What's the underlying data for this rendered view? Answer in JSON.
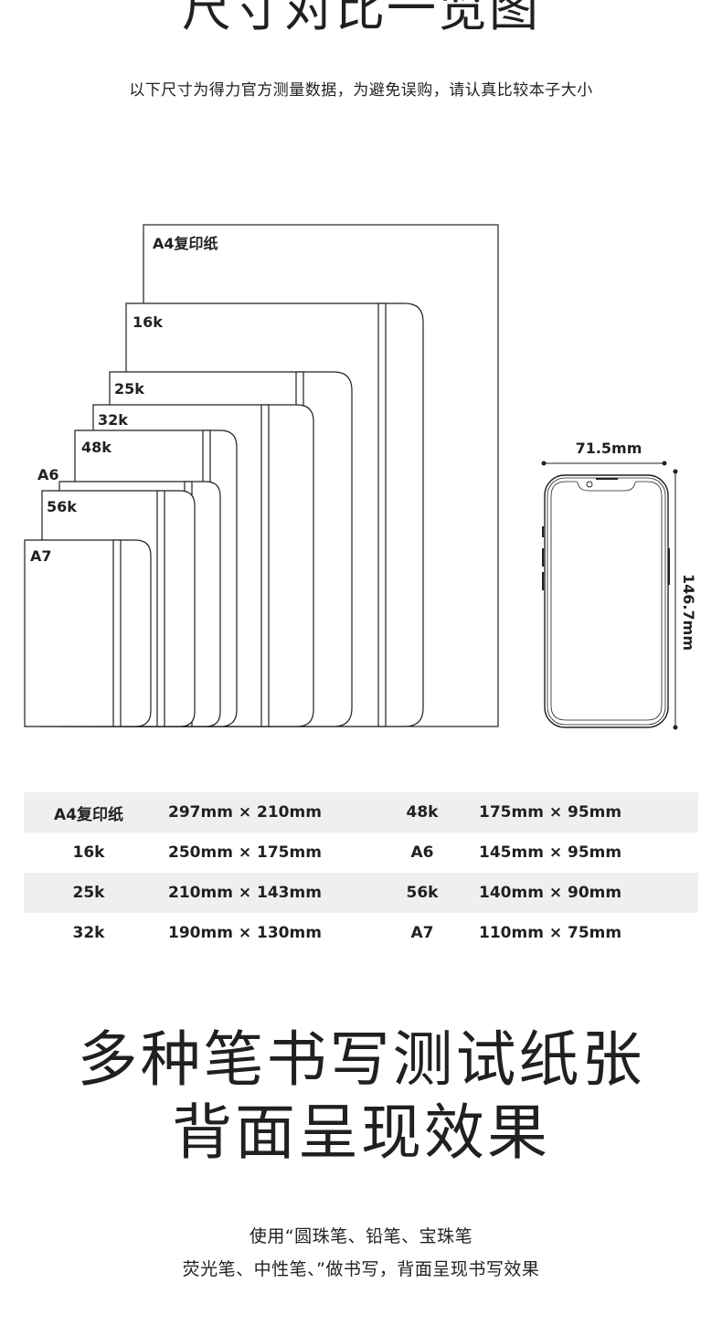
{
  "header": {
    "title": "尺寸对比一览图",
    "subtitle": "以下尺寸为得力官方测量数据，为避免误购，请认真比较本子大小"
  },
  "diagram": {
    "labels": {
      "a4": "A4复印纸",
      "k16": "16k",
      "k25": "25k",
      "k32": "32k",
      "k48": "48k",
      "a6": "A6",
      "k56": "56k",
      "a7": "A7"
    },
    "phone": {
      "width_label": "71.5mm",
      "height_label": "146.7mm"
    }
  },
  "size_table": {
    "rows": [
      {
        "name_left": "A4复印纸",
        "dims_left": "297mm × 210mm",
        "name_right": "48k",
        "dims_right": "175mm × 95mm"
      },
      {
        "name_left": "16k",
        "dims_left": "250mm × 175mm",
        "name_right": "A6",
        "dims_right": "145mm × 95mm"
      },
      {
        "name_left": "25k",
        "dims_left": "210mm × 143mm",
        "name_right": "56k",
        "dims_right": "140mm × 90mm"
      },
      {
        "name_left": "32k",
        "dims_left": "190mm × 130mm",
        "name_right": "A7",
        "dims_right": "110mm × 75mm"
      }
    ]
  },
  "section2": {
    "title_line1": "多种笔书写测试纸张",
    "title_line2": "背面呈现效果",
    "text_line1": "使用“圆珠笔、铅笔、宝珠笔",
    "text_line2": "荧光笔、中性笔、”做书写，背面呈现书写效果"
  },
  "colors": {
    "text": "#231f20",
    "table_shade": "#efefef",
    "outline": "#231f20"
  }
}
